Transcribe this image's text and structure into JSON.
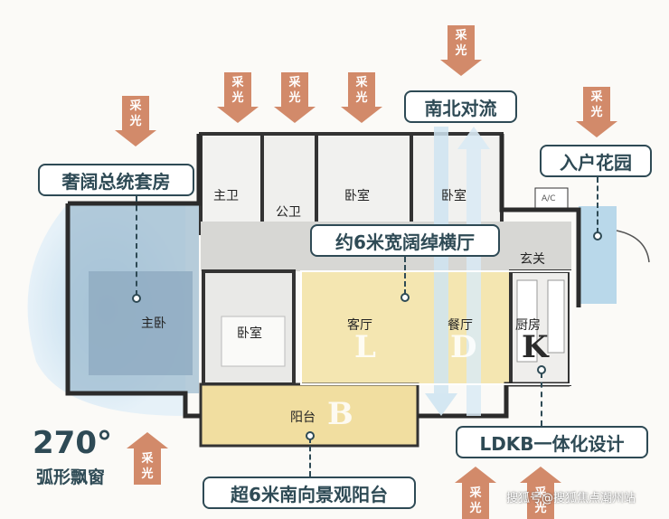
{
  "sun_label": "采光",
  "callouts": {
    "master_suite": "奢阔总统套房",
    "cross_ventilation": "南北对流",
    "entry_garden": "入户花园",
    "wide_hall": "约6米宽阔绰横厅",
    "ldkb": "LDKB一体化设计",
    "balcony": "超6米南向景观阳台"
  },
  "rooms": {
    "master_bath": "主卫",
    "public_bath": "公卫",
    "bedroom_north": "卧室",
    "bedroom_ne": "卧室",
    "bedroom_south": "卧室",
    "master_bedroom": "主卧",
    "living": "客厅",
    "dining": "餐厅",
    "kitchen": "厨房",
    "foyer": "玄关",
    "balcony": "阳台"
  },
  "letters": {
    "living": "L",
    "dining": "D",
    "kitchen": "K",
    "balcony": "B"
  },
  "ac_label": "A/C",
  "bay_window": {
    "angle": "270°",
    "label": "弧形飘窗"
  },
  "watermark": "搜狐号@搜狐焦点潮州站",
  "colors": {
    "accent": "#2e4a55",
    "sun": "#d28a6a",
    "yellow": "#f3e3a8",
    "blue": "#a9cfe6"
  }
}
